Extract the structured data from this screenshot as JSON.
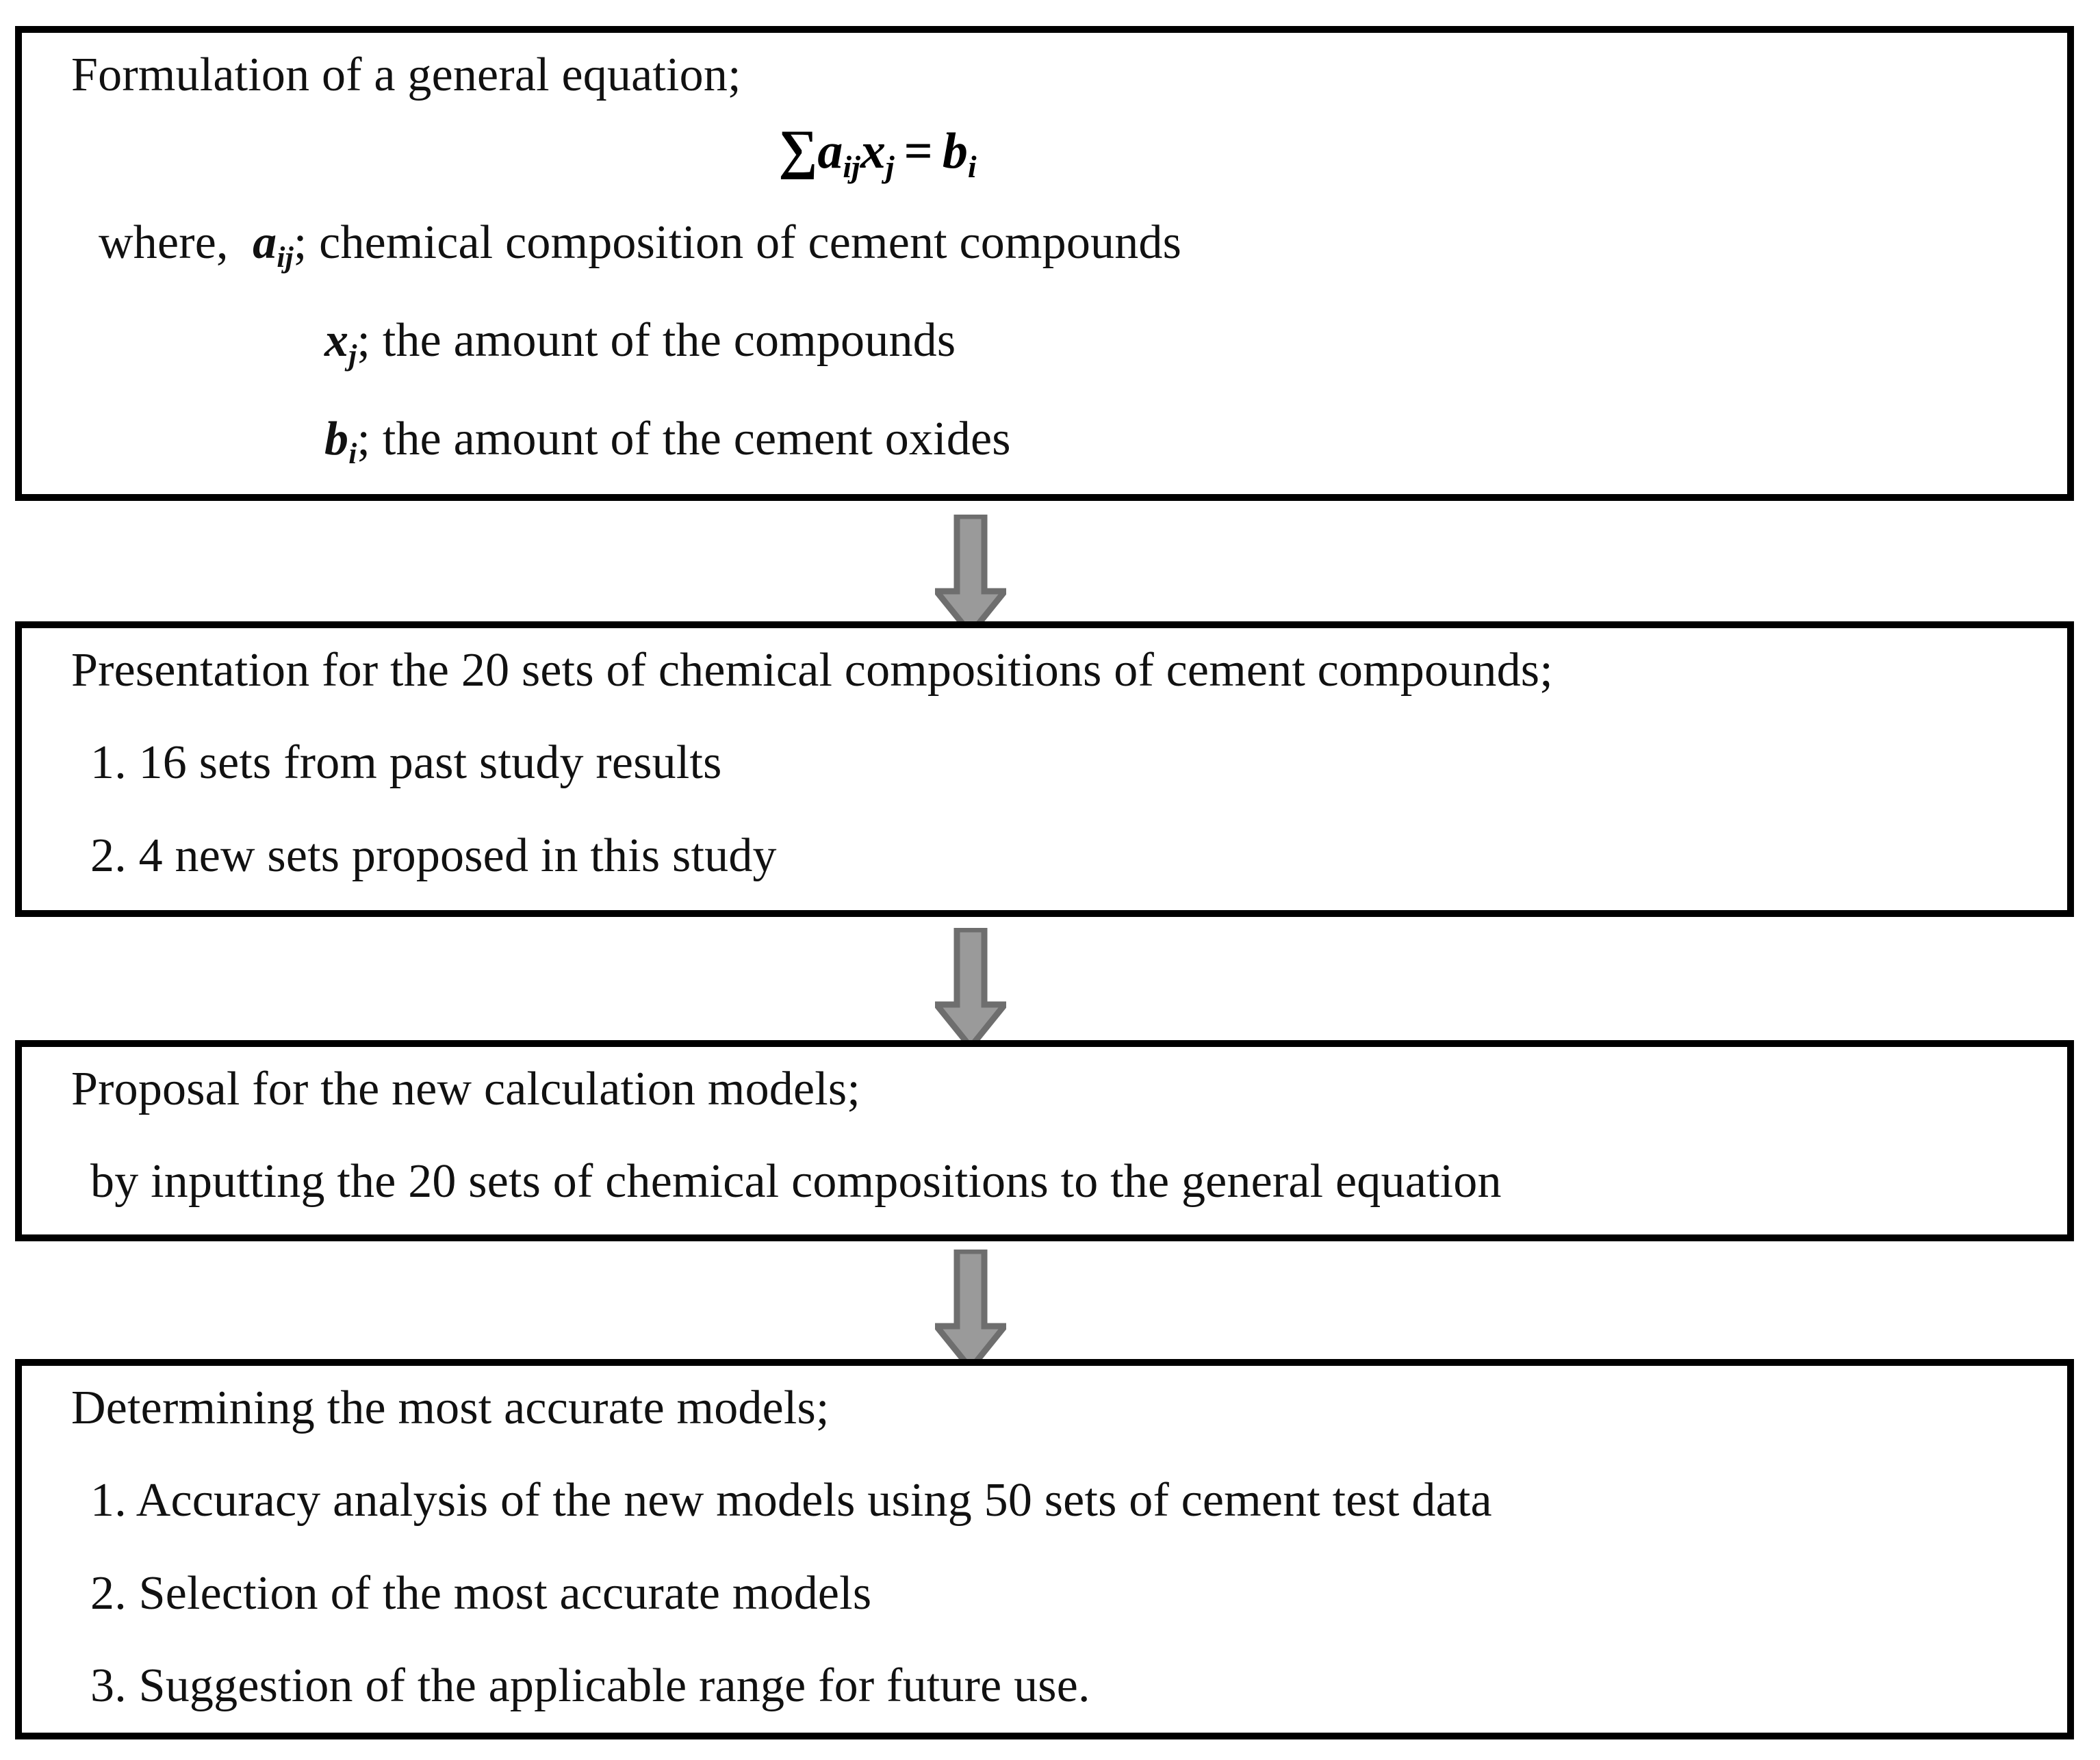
{
  "figure": {
    "type": "flowchart",
    "orientation": "vertical",
    "node_count": 4,
    "connector_count": 3,
    "colors": {
      "box_border": "#000000",
      "box_fill": "#ffffff",
      "text": "#111111",
      "arrow_fill": "#9a9a9a",
      "arrow_stroke": "#6e6e6e"
    }
  },
  "boxes": [
    {
      "id": "box-1",
      "heading": "Formulation of a general equation;",
      "equation": {
        "sigma": "∑",
        "a": "a",
        "a_sub": "ij",
        "x": "x",
        "x_sub": "j",
        "equals": "=",
        "b": "b",
        "b_sub": "i",
        "plain": "∑aᵢⱼxⱼ = bᵢ"
      },
      "where_label": "where,",
      "definitions": [
        {
          "symbol": "a",
          "subscript": "ij",
          "text": "; chemical composition of cement compounds"
        },
        {
          "symbol": "x",
          "subscript": "j",
          "text": "; the amount of the compounds"
        },
        {
          "symbol": "b",
          "subscript": "i",
          "text": "; the amount of the cement oxides"
        }
      ]
    },
    {
      "id": "box-2",
      "heading": "Presentation for the 20 sets of chemical compositions of cement compounds;",
      "items": [
        "1. 16 sets from past study results",
        "2. 4 new sets proposed in this study"
      ]
    },
    {
      "id": "box-3",
      "heading": "Proposal for the new calculation models;",
      "items": [
        "by inputting the 20 sets of chemical compositions to the general equation"
      ]
    },
    {
      "id": "box-4",
      "heading": "Determining the most accurate models;",
      "items": [
        "1. Accuracy analysis of the new models using 50 sets of cement test data",
        "2. Selection of the most accurate models",
        "3. Suggestion of the applicable range for future use."
      ]
    }
  ],
  "arrows": [
    {
      "id": "arrow-1",
      "from": "box-1",
      "to": "box-2",
      "direction": "down"
    },
    {
      "id": "arrow-2",
      "from": "box-2",
      "to": "box-3",
      "direction": "down"
    },
    {
      "id": "arrow-3",
      "from": "box-3",
      "to": "box-4",
      "direction": "down"
    }
  ]
}
